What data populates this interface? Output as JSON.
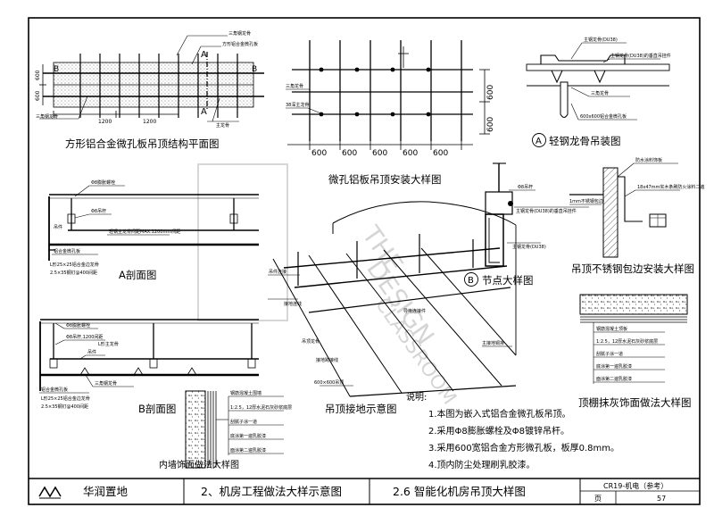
{
  "plan": {
    "caption": "方形铝合金微孔板吊顶结构平面图",
    "labels": {
      "sanjiao_top": "三角钢龙骨",
      "board": "方形铝合金微孔板",
      "a_top": "A",
      "a_bottom": "A",
      "b_left": "B",
      "b_right": "B",
      "sanjiao_bottom": "三角钢龙骨",
      "zhulonggu": "主龙骨"
    },
    "dims": {
      "w1": "1200",
      "w2": "1200",
      "h1": "600",
      "h2": "600"
    }
  },
  "install": {
    "caption": "微孔铝板吊顶安装大样图",
    "labels": {
      "sanjiao": "三角龙骨",
      "depth": "38深主龙骨"
    },
    "dims": [
      "600",
      "600",
      "600",
      "600",
      "600"
    ],
    "side_dims": [
      "600",
      "600"
    ]
  },
  "keelA": {
    "caption": "轻钢龙骨吊装图",
    "circle": "A",
    "labels": {
      "l1": "主钢龙骨(DU38)",
      "l2": "主钢龙骨(DU38)的垂直吊挂件",
      "l3": "三角龙骨",
      "l4": "600x600铝合金微孔板"
    }
  },
  "nodeB": {
    "caption": "节点大样图",
    "circle": "B",
    "labels": {
      "l1": "Φ8吊杆",
      "l2": "主钢龙骨(DU38)的垂直吊挂件",
      "l3": "主钢龙骨(DU38)"
    }
  },
  "edge": {
    "caption": "吊顶不锈钢包边安装大样图",
    "labels": {
      "l1": "防水涂料饰板",
      "l2": "18x47mm实木条刷防火涂料二遍",
      "l3": "1mm不锈钢包边"
    }
  },
  "sectionA": {
    "caption": "A剖面图",
    "labels": {
      "l1": "Φ8膨胀螺栓",
      "l2": "Φ8吊杆",
      "l3": "吊件",
      "l4": "轻钢主龙骨间距MAX.1200mm间距",
      "l5": "铝合金微孔板",
      "l6": "L形25×25铝合金边龙骨",
      "l7": "2.5×35钢钉@400间距"
    }
  },
  "sectionB": {
    "caption": "B剖面图",
    "labels": {
      "l1": "Φ8膨胀螺栓",
      "l2": "Φ8吊杆,1200间距",
      "l3": "L形主龙骨",
      "l4": "吊件",
      "l5": "三角钢龙骨",
      "l6": "铝合金微孔板",
      "l7": "L形25×25铝合金边龙骨",
      "l8": "2.5×35钢钉@400间距"
    }
  },
  "iso": {
    "caption": "吊顶接地示意图",
    "labels": {
      "l1": "吊件连接",
      "l2": "接地连线",
      "l3": "600×600吊顶",
      "l4": "接地跨接线",
      "l5": "吊顶龙骨",
      "l6": "导电连接件",
      "l7": "主接地铜排"
    }
  },
  "wall": {
    "caption": "内墙饰面做法大样图",
    "labels": {
      "l1": "钢筋混凝土围墙",
      "l2": "1:2.5，12厚水泥石灰砂浆底层",
      "l3": "刮腻子涂一道",
      "l4": "底涂第一遍乳胶漆",
      "l5": "面涂第二遍乳胶漆"
    }
  },
  "ceiling": {
    "caption": "顶棚抹灰饰面做法大样图",
    "labels": {
      "l1": "钢筋混凝土顶板",
      "l2": "1:2.5，12厚水泥石灰砂浆底层",
      "l3": "刮腻子涂一道",
      "l4": "底涂第一遍乳胶漆",
      "l5": "面涂第二遍乳胶漆"
    }
  },
  "notes": {
    "heading": "说明:",
    "items": [
      "1.本图为嵌入式铝合金微孔板吊顶。",
      "2.采用Φ8膨胀螺栓及Φ8镀锌吊杆。",
      "3.采用600宽铝合金方形微孔板，板厚0.8mm。",
      "4.顶内防尘处理刷乳胶漆。"
    ]
  },
  "watermark": [
    "THE",
    "DESIGN",
    "CLASSROOM"
  ],
  "footer": {
    "company": "华润置地",
    "chapter": "2、机房工程做法大样示意图",
    "title": "2.6  智能化机房吊顶大样图",
    "code": "CR19-机电（参考）",
    "page_label": "页",
    "page": "57"
  }
}
